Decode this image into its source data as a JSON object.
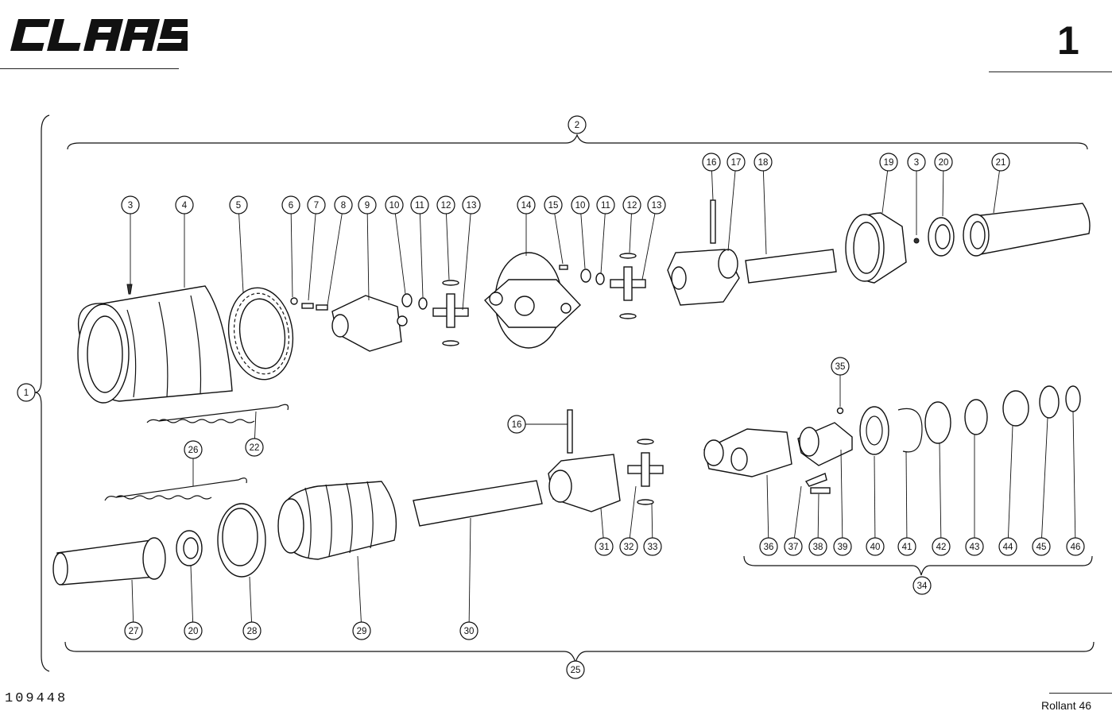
{
  "header": {
    "brand": "CLAAS",
    "page_number": "1"
  },
  "footer": {
    "document_number": "109448",
    "model": "Rollant 46"
  },
  "assemblies": [
    {
      "label": "1"
    },
    {
      "label": "2"
    },
    {
      "label": "25"
    },
    {
      "label": "34"
    }
  ],
  "callouts": [
    {
      "label": "3"
    },
    {
      "label": "4"
    },
    {
      "label": "5"
    },
    {
      "label": "6"
    },
    {
      "label": "7"
    },
    {
      "label": "8"
    },
    {
      "label": "9"
    },
    {
      "label": "10"
    },
    {
      "label": "11"
    },
    {
      "label": "12"
    },
    {
      "label": "13"
    },
    {
      "label": "14"
    },
    {
      "label": "15"
    },
    {
      "label": "10"
    },
    {
      "label": "11"
    },
    {
      "label": "12"
    },
    {
      "label": "13"
    },
    {
      "label": "16"
    },
    {
      "label": "17"
    },
    {
      "label": "18"
    },
    {
      "label": "19"
    },
    {
      "label": "3"
    },
    {
      "label": "20"
    },
    {
      "label": "21"
    },
    {
      "label": "22"
    },
    {
      "label": "35"
    },
    {
      "label": "16"
    },
    {
      "label": "26"
    },
    {
      "label": "36"
    },
    {
      "label": "37"
    },
    {
      "label": "38"
    },
    {
      "label": "39"
    },
    {
      "label": "40"
    },
    {
      "label": "41"
    },
    {
      "label": "42"
    },
    {
      "label": "43"
    },
    {
      "label": "44"
    },
    {
      "label": "45"
    },
    {
      "label": "46"
    },
    {
      "label": "31"
    },
    {
      "label": "32"
    },
    {
      "label": "33"
    },
    {
      "label": "27"
    },
    {
      "label": "20"
    },
    {
      "label": "28"
    },
    {
      "label": "29"
    },
    {
      "label": "30"
    }
  ]
}
